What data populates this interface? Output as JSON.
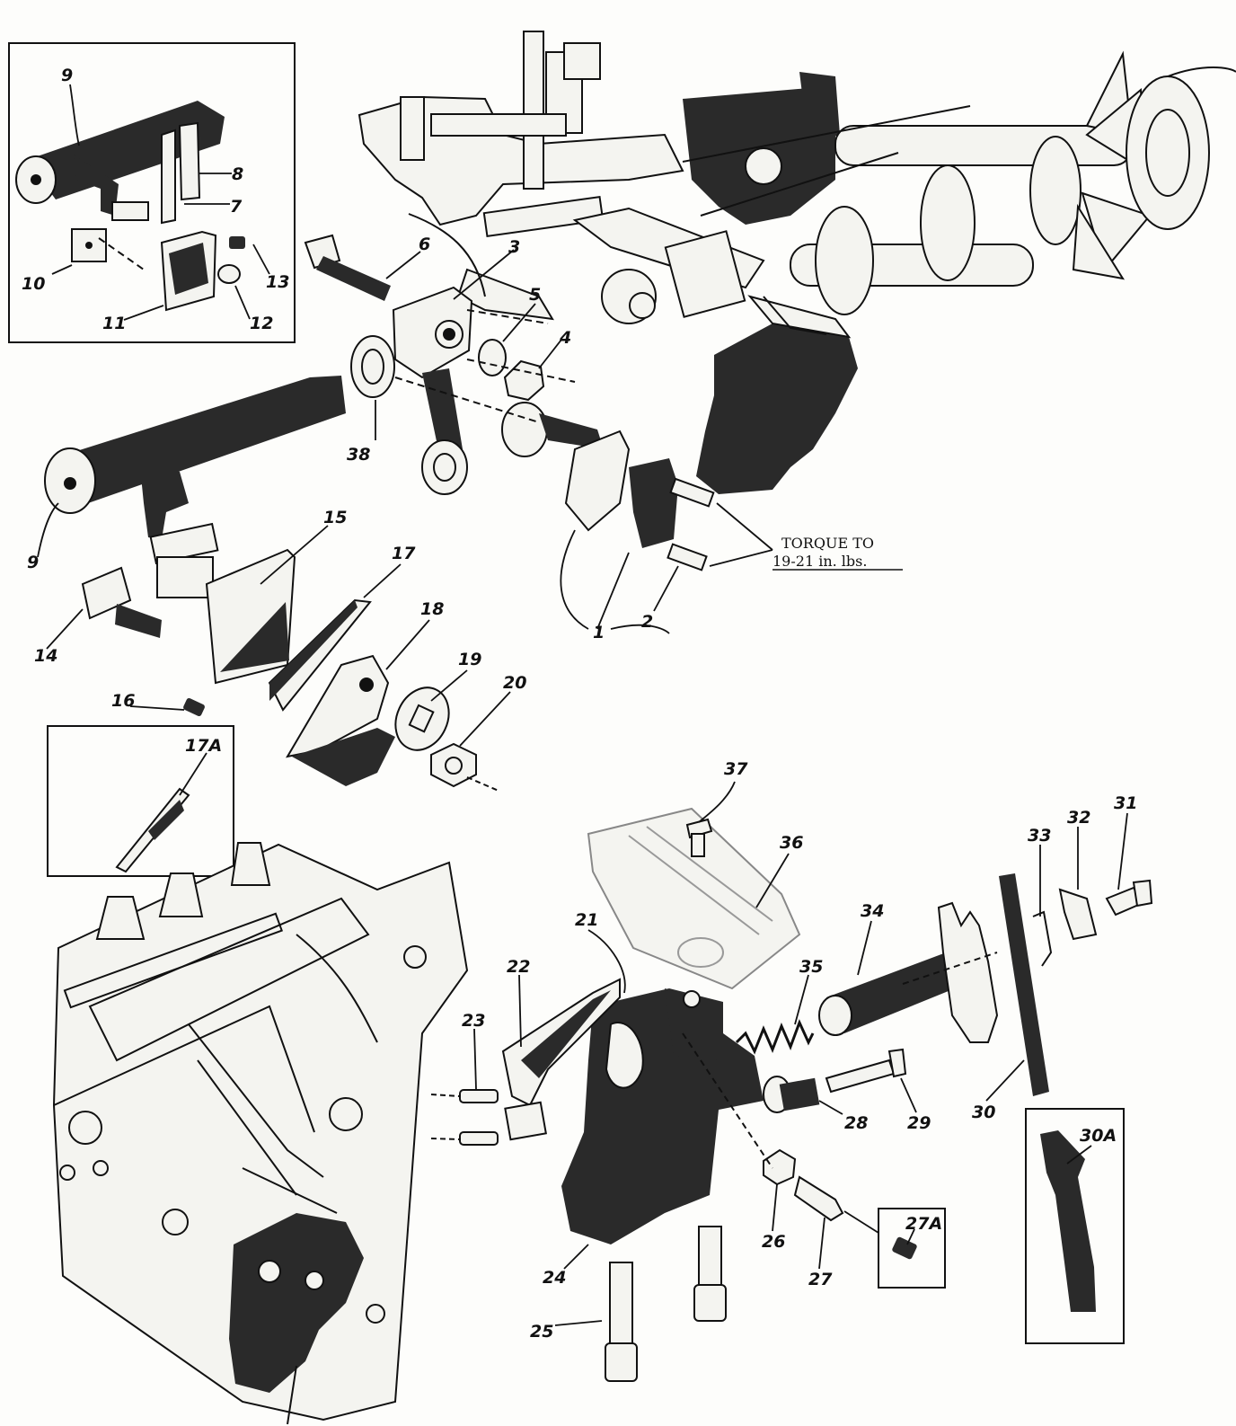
{
  "callouts": [
    {
      "id": "c1",
      "label": "1"
    },
    {
      "id": "c2",
      "label": "2"
    },
    {
      "id": "c3",
      "label": "3"
    },
    {
      "id": "c4",
      "label": "4"
    },
    {
      "id": "c5",
      "label": "5"
    },
    {
      "id": "c6",
      "label": "6"
    },
    {
      "id": "c7",
      "label": "7"
    },
    {
      "id": "c8",
      "label": "8"
    },
    {
      "id": "c9a",
      "label": "9"
    },
    {
      "id": "c9b",
      "label": "9"
    },
    {
      "id": "c10",
      "label": "10"
    },
    {
      "id": "c11",
      "label": "11"
    },
    {
      "id": "c12",
      "label": "12"
    },
    {
      "id": "c13",
      "label": "13"
    },
    {
      "id": "c14",
      "label": "14"
    },
    {
      "id": "c15",
      "label": "15"
    },
    {
      "id": "c16",
      "label": "16"
    },
    {
      "id": "c17",
      "label": "17"
    },
    {
      "id": "c17a",
      "label": "17A"
    },
    {
      "id": "c18",
      "label": "18"
    },
    {
      "id": "c19",
      "label": "19"
    },
    {
      "id": "c20",
      "label": "20"
    },
    {
      "id": "c21",
      "label": "21"
    },
    {
      "id": "c22",
      "label": "22"
    },
    {
      "id": "c23",
      "label": "23"
    },
    {
      "id": "c24",
      "label": "24"
    },
    {
      "id": "c25",
      "label": "25"
    },
    {
      "id": "c26",
      "label": "26"
    },
    {
      "id": "c27",
      "label": "27"
    },
    {
      "id": "c27a",
      "label": "27A"
    },
    {
      "id": "c28",
      "label": "28"
    },
    {
      "id": "c29",
      "label": "29"
    },
    {
      "id": "c30",
      "label": "30"
    },
    {
      "id": "c30a",
      "label": "30A"
    },
    {
      "id": "c31",
      "label": "31"
    },
    {
      "id": "c32",
      "label": "32"
    },
    {
      "id": "c33",
      "label": "33"
    },
    {
      "id": "c34",
      "label": "34"
    },
    {
      "id": "c35",
      "label": "35"
    },
    {
      "id": "c36",
      "label": "36"
    },
    {
      "id": "c37",
      "label": "37"
    },
    {
      "id": "c38",
      "label": "38"
    }
  ],
  "torque_note": {
    "line1": "TORQUE TO",
    "line2": "19-21 in. lbs."
  }
}
